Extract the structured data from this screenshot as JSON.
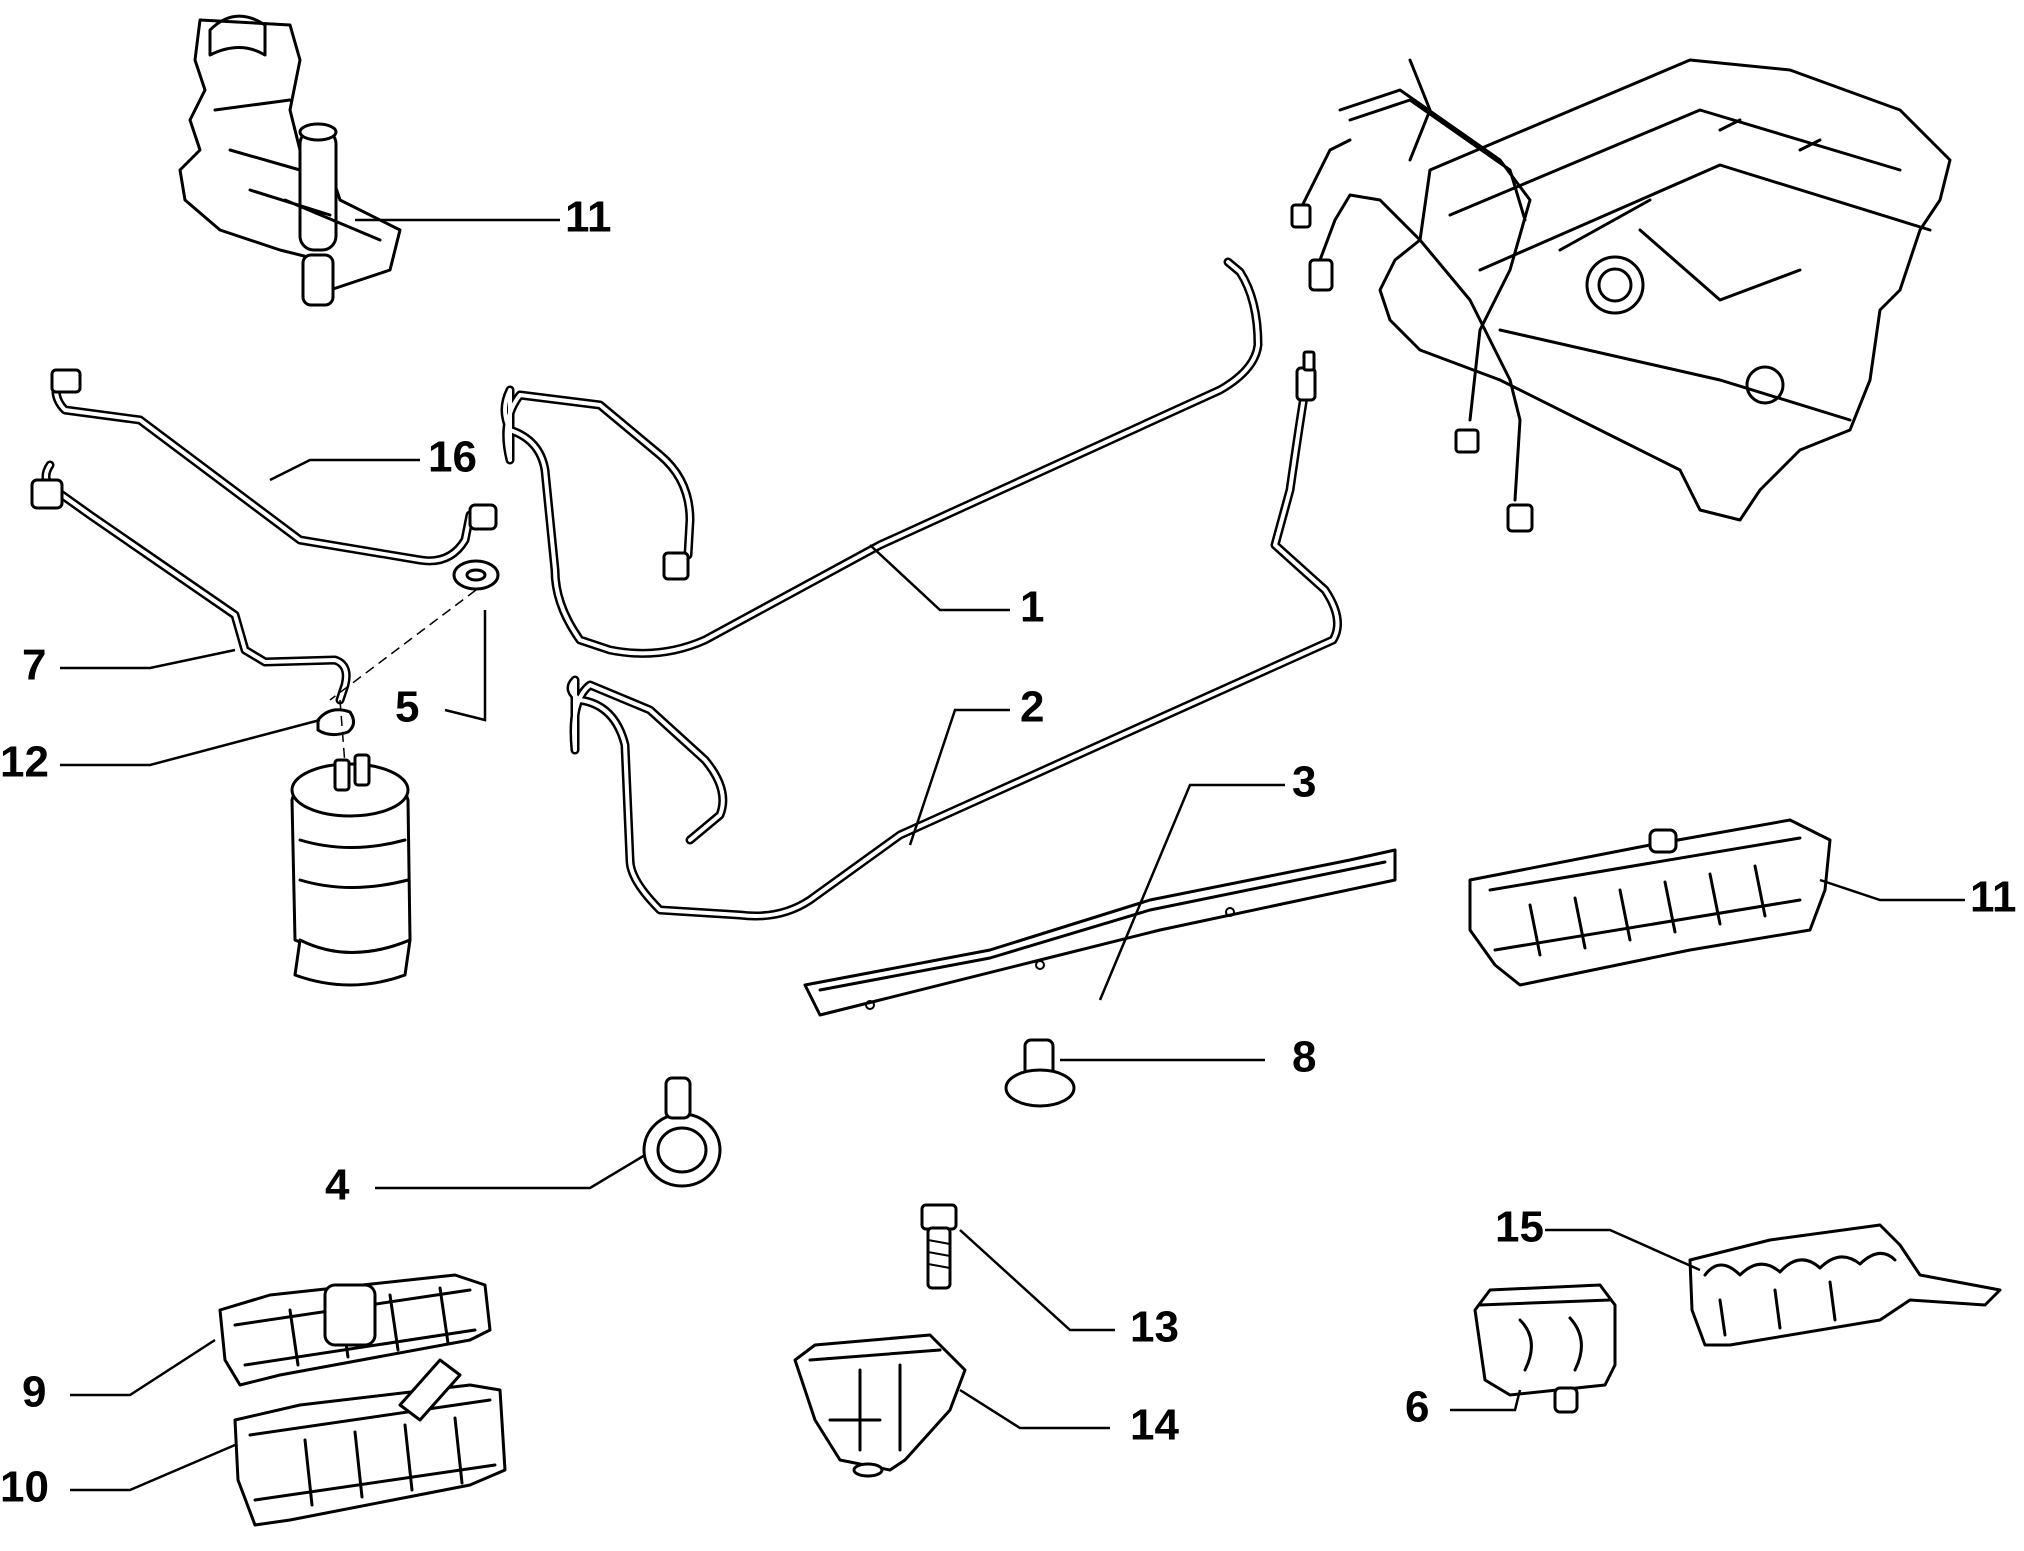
{
  "callouts": {
    "c1": "1",
    "c2": "2",
    "c3": "3",
    "c4": "4",
    "c5": "5",
    "c6": "6",
    "c7": "7",
    "c8": "8",
    "c9": "9",
    "c10": "10",
    "c11_top": "11",
    "c11_right": "11",
    "c12": "12",
    "c13": "13",
    "c14": "14",
    "c15": "15",
    "c16": "16"
  }
}
